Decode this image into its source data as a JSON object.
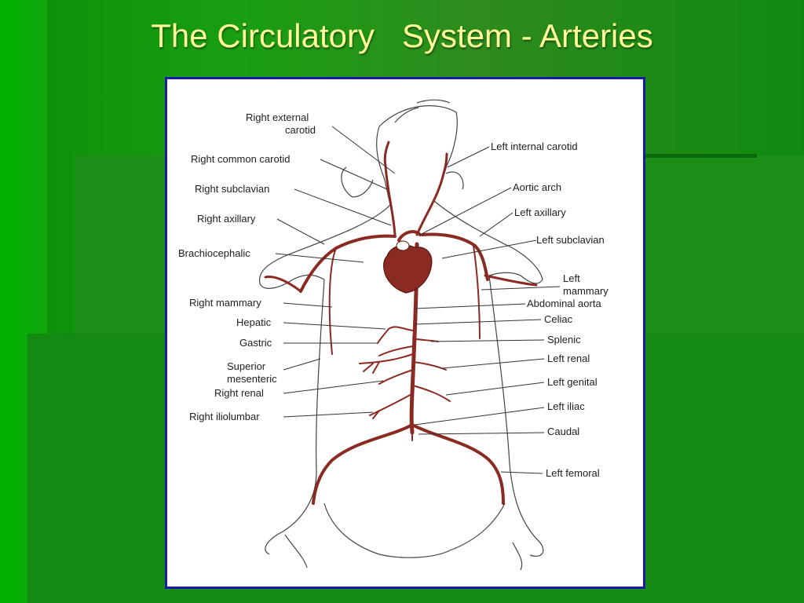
{
  "slide": {
    "title": "The Circulatory   System - Arteries"
  },
  "diagram": {
    "labels_left": {
      "right_external_carotid": [
        "Right external",
        "carotid"
      ],
      "right_common_carotid": "Right common carotid",
      "right_subclavian": "Right subclavian",
      "right_axillary": "Right axillary",
      "brachiocephalic": "Brachiocephalic",
      "right_mammary": "Right mammary",
      "hepatic": "Hepatic",
      "gastric": "Gastric",
      "superior_mesenteric": [
        "Superior",
        "mesenteric"
      ],
      "right_renal": "Right renal",
      "right_iliolumbar": "Right iliolumbar"
    },
    "labels_right": {
      "left_internal_carotid": "Left internal carotid",
      "aortic_arch": "Aortic arch",
      "left_axillary": "Left axillary",
      "left_subclavian": "Left subclavian",
      "left_mammary": [
        "Left",
        "mammary"
      ],
      "abdominal_aorta": "Abdominal aorta",
      "celiac": "Celiac",
      "splenic": "Splenic",
      "left_renal": "Left renal",
      "left_genital": "Left genital",
      "left_iliac": "Left iliac",
      "caudal": "Caudal",
      "left_femoral": "Left femoral"
    },
    "colors": {
      "artery": "#8a2a22",
      "heart": "#8b2a23",
      "frame_border": "#1a1aa8",
      "title": "#ffff99"
    }
  }
}
